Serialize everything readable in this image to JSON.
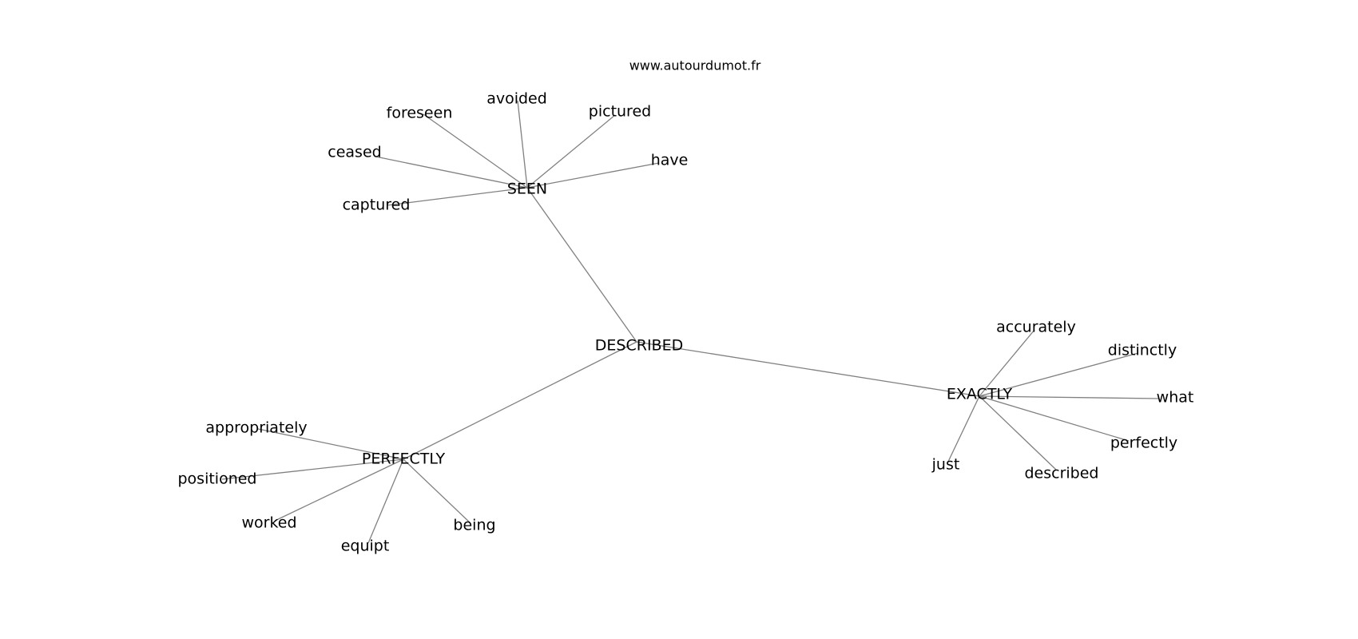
{
  "watermark": "www.autourdumot.fr",
  "graph": {
    "center": "DESCRIBED",
    "hubs": [
      {
        "label": "SEEN",
        "leaves": [
          "foreseen",
          "avoided",
          "pictured",
          "ceased",
          "have",
          "captured"
        ]
      },
      {
        "label": "EXACTLY",
        "leaves": [
          "accurately",
          "distinctly",
          "what",
          "perfectly",
          "described",
          "just"
        ]
      },
      {
        "label": "PERFECTLY",
        "leaves": [
          "appropriately",
          "positioned",
          "worked",
          "equipt",
          "being"
        ]
      }
    ]
  }
}
